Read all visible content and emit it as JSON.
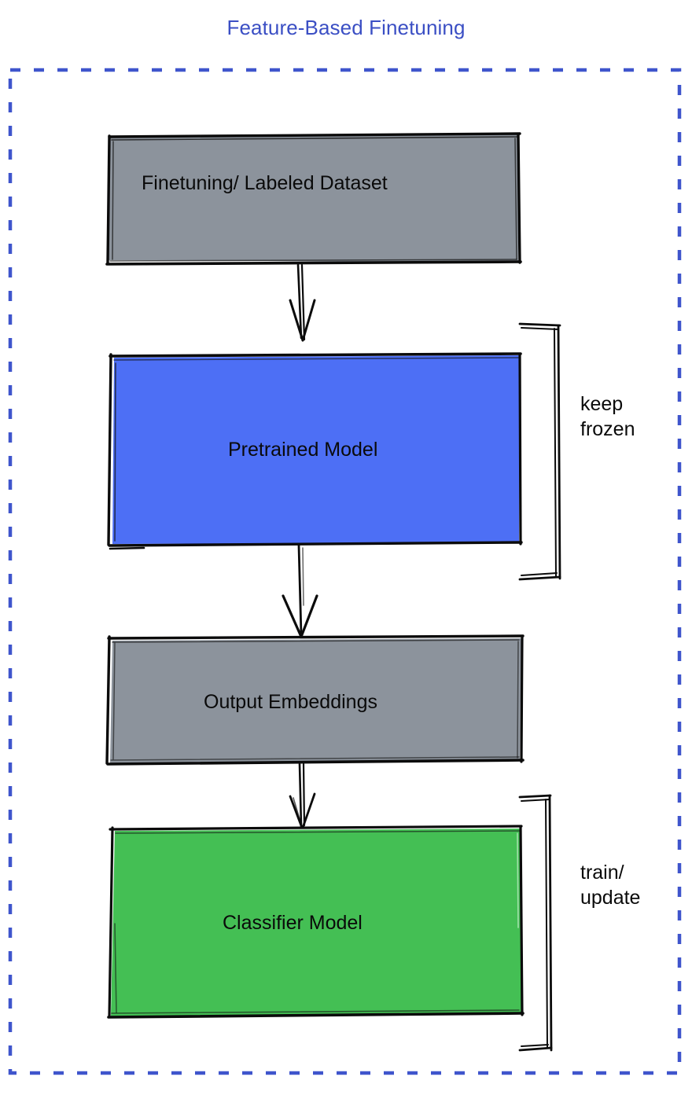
{
  "diagram": {
    "title": "Feature-Based Finetuning",
    "title_color": "#3b4fc4",
    "frame": {
      "style": "dashed",
      "color": "#3f55cc"
    },
    "nodes": [
      {
        "id": "dataset",
        "label": "Finetuning/ Labeled Dataset",
        "fill": "#8c939c",
        "shape": "rectangle"
      },
      {
        "id": "pretrained",
        "label": "Pretrained Model",
        "fill": "#4d6ff5",
        "shape": "rectangle"
      },
      {
        "id": "embeddings",
        "label": "Output Embeddings",
        "fill": "#8c939c",
        "shape": "rectangle"
      },
      {
        "id": "classifier",
        "label": "Classifier Model",
        "fill": "#44bf54",
        "shape": "rectangle"
      }
    ],
    "edges": [
      {
        "from": "dataset",
        "to": "pretrained",
        "arrow": "down"
      },
      {
        "from": "pretrained",
        "to": "embeddings",
        "arrow": "down"
      },
      {
        "from": "embeddings",
        "to": "classifier",
        "arrow": "down"
      }
    ],
    "annotations": [
      {
        "id": "keep-frozen",
        "target": "pretrained",
        "line1": "keep",
        "line2": "frozen"
      },
      {
        "id": "train-update",
        "target": "classifier",
        "line1": "train/",
        "line2": "update"
      }
    ]
  }
}
